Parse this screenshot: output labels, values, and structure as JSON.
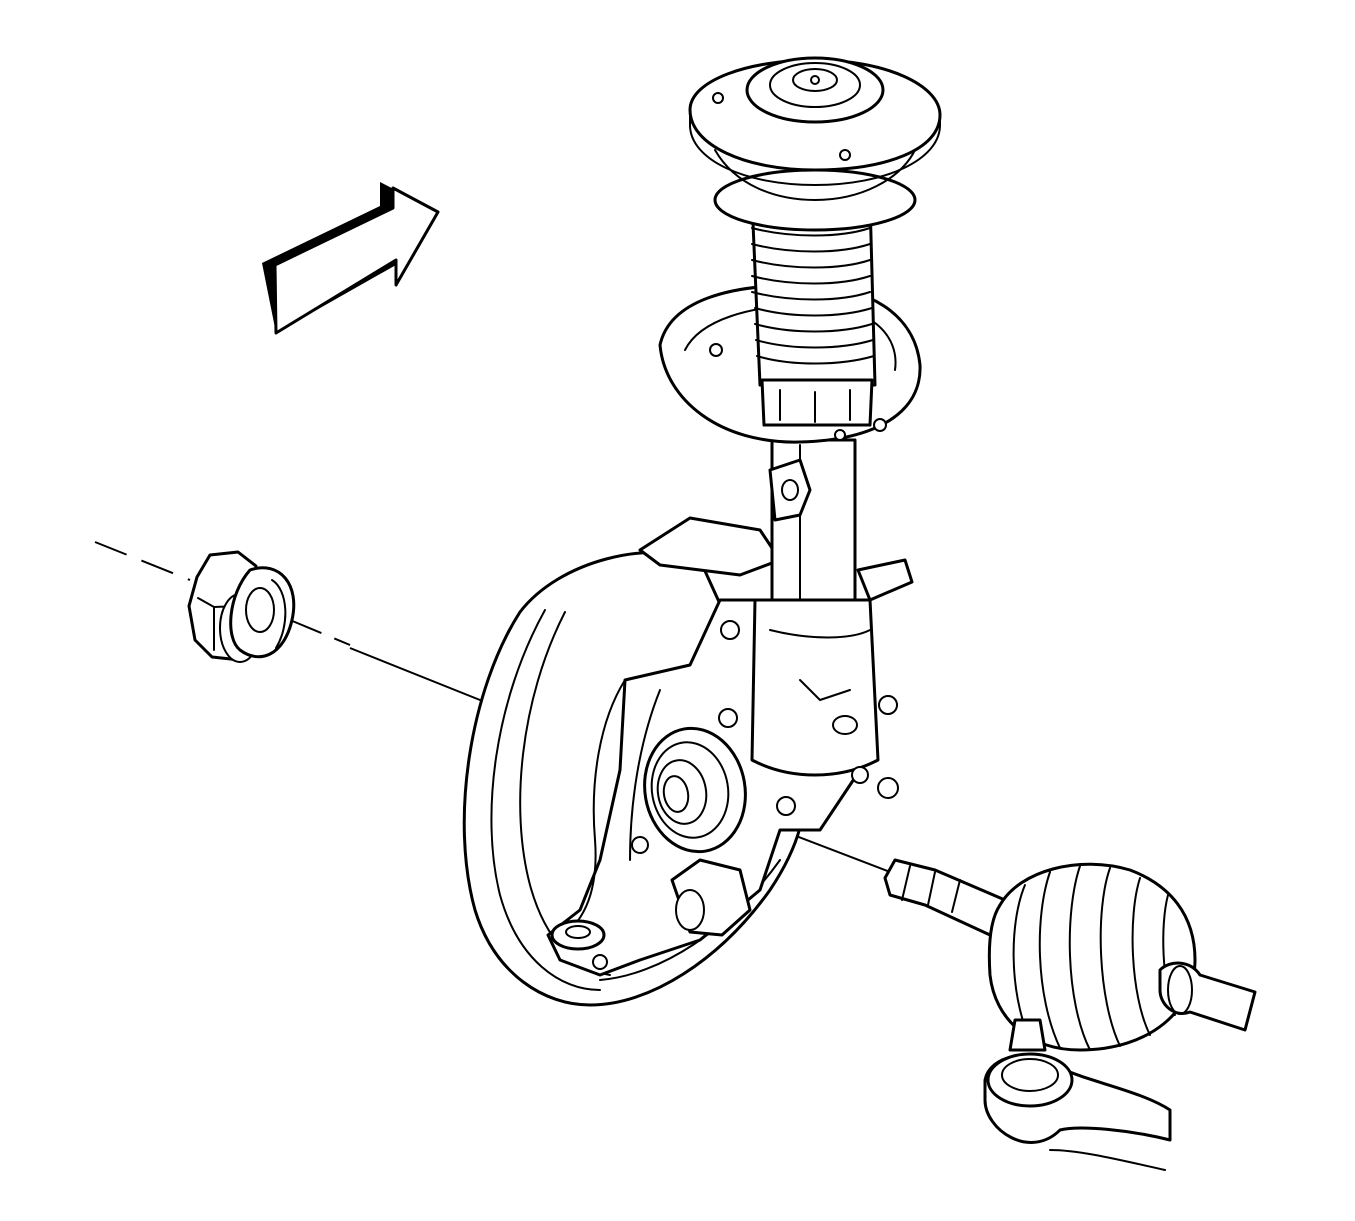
{
  "diagram": {
    "colors": {
      "line": "#000000",
      "background": "#ffffff"
    },
    "components": [
      "direction-arrow",
      "axle-nut",
      "washer",
      "strut-upper-mount",
      "coil-spring",
      "spring-seat",
      "strut-tube",
      "steering-knuckle",
      "brake-shield",
      "wheel-hub-bearing",
      "drive-axle-cv-joint",
      "tie-rod-end",
      "assembly-centerline"
    ]
  }
}
